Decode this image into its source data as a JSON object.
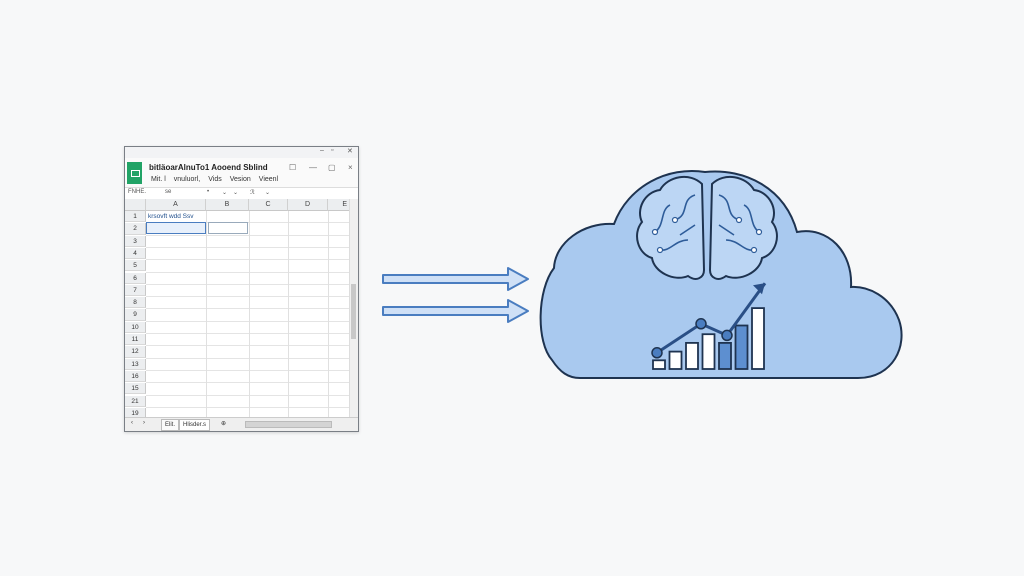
{
  "spreadsheet": {
    "title": "bitläoarAlnuTo1 Aooend Sblind",
    "menu": [
      "Mit. l",
      "vnuluorl,",
      "Vids",
      "Vesion",
      "Vieenl"
    ],
    "window_controls": [
      "–",
      "▫",
      "✕"
    ],
    "name_box": "FNHE.",
    "formula_tokens": [
      "se",
      "•",
      "⌄",
      "⌄",
      "ℛ",
      "⌄"
    ],
    "columns": [
      "A",
      "B",
      "C",
      "D",
      "E"
    ],
    "rows": [
      "1",
      "2",
      "3",
      "4",
      "5",
      "6",
      "7",
      "8",
      "9",
      "10",
      "11",
      "12",
      "13",
      "16",
      "15",
      "21",
      "19"
    ],
    "cell_a1": "krsovft wdd Ssv",
    "sheet_tabs": [
      "Elit.",
      "Hlisder.s"
    ],
    "accent": "#21a366"
  },
  "flow_arrows": {
    "count": 2,
    "color": "#4a7dc0"
  },
  "cloud": {
    "fill": "#a9c9ef",
    "icons": [
      "brain-circuit-icon",
      "bar-chart-trend-icon"
    ],
    "bar_levels": [
      1,
      2,
      3,
      4,
      3,
      5,
      7
    ],
    "highlighted_bars": [
      4,
      5
    ],
    "trend_points": [
      2,
      4.5,
      3.5,
      8
    ]
  }
}
